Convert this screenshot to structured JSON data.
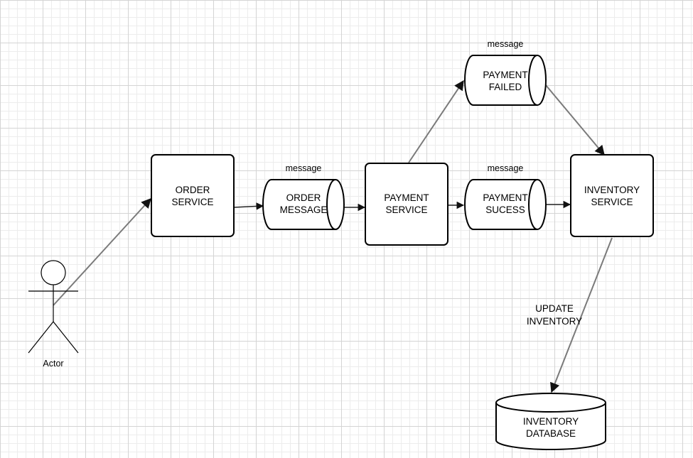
{
  "nodes": {
    "actor": {
      "label": "Actor"
    },
    "order_service": {
      "line1": "ORDER",
      "line2": "SERVICE"
    },
    "order_message": {
      "tag": "message",
      "line1": "ORDER",
      "line2": "MESSAGE"
    },
    "payment_service": {
      "line1": "PAYMENT",
      "line2": "SERVICE"
    },
    "payment_failed": {
      "tag": "message",
      "line1": "PAYMENT",
      "line2": "FAILED"
    },
    "payment_success": {
      "tag": "message",
      "line1": "PAYMENT",
      "line2": "SUCESS"
    },
    "inventory_service": {
      "line1": "INVENTORY",
      "line2": "SERVICE"
    },
    "inventory_database": {
      "line1": "INVENTORY",
      "line2": "DATABASE"
    }
  },
  "edges": {
    "update_inventory": {
      "line1": "UPDATE",
      "line2": "INVENTORY"
    }
  },
  "colors": {
    "grid_major": "#d4d4d4",
    "grid_minor": "#ececec",
    "edge": "#7a7a7a",
    "stroke": "#000000"
  }
}
